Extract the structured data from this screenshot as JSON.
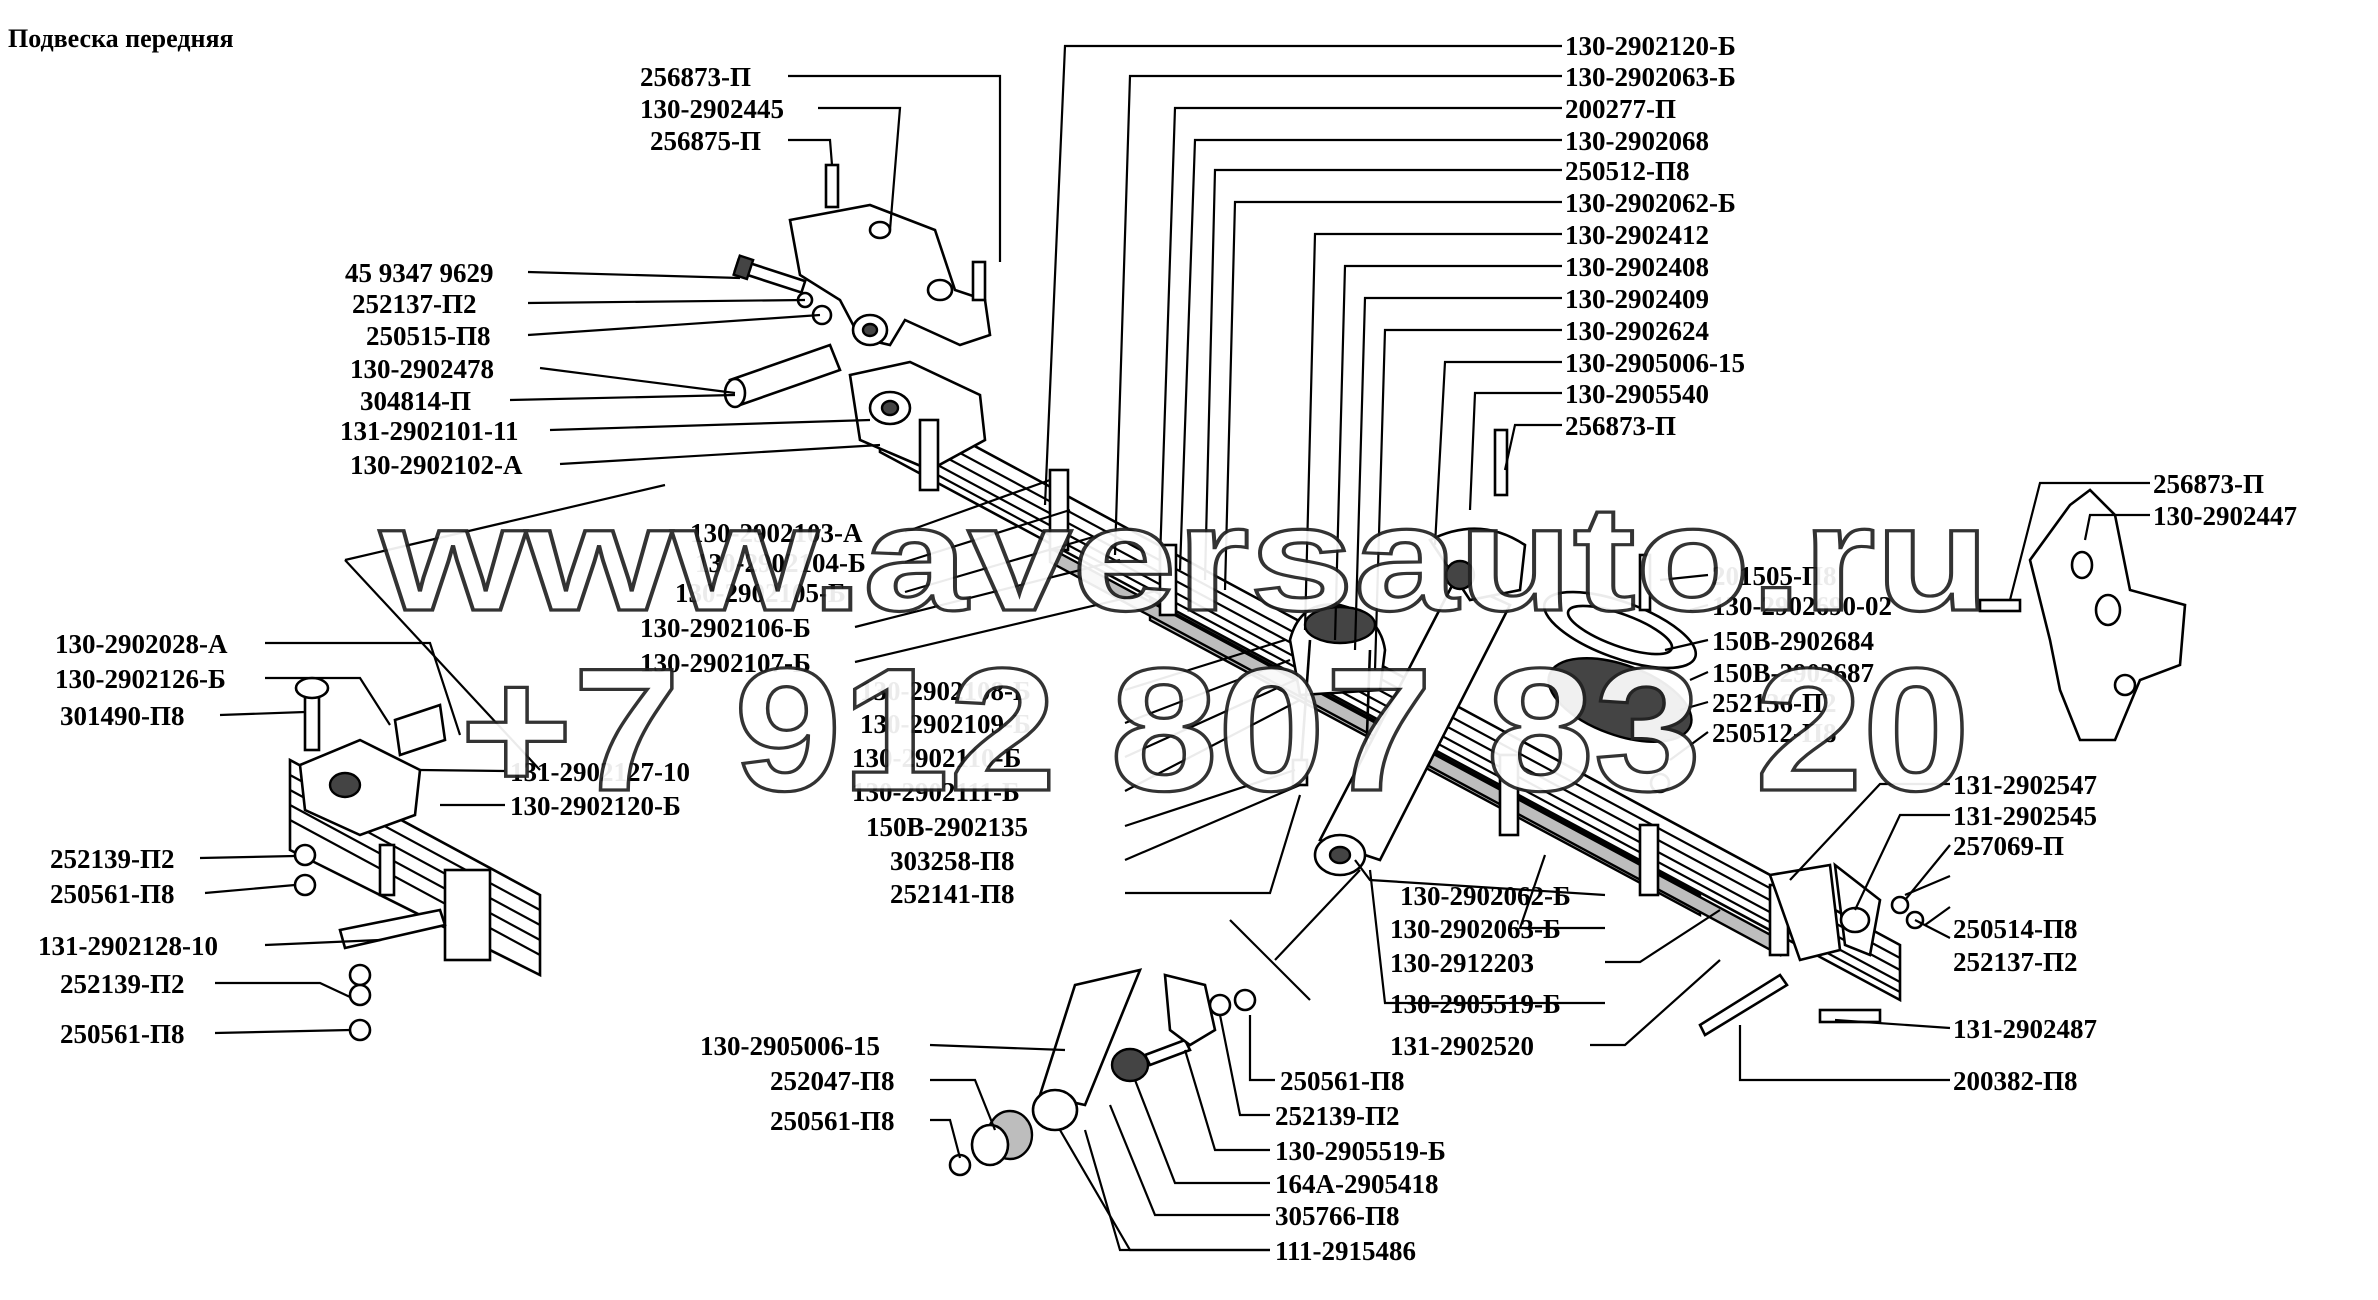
{
  "title": "Подвеска передняя",
  "watermark": {
    "site": "www.aversauto.ru",
    "phone": "+7 912 807 83 20"
  },
  "labels": [
    {
      "id": "l01",
      "text": "130-2902120-Б"
    },
    {
      "id": "l02",
      "text": "130-2902063-Б"
    },
    {
      "id": "l03",
      "text": "200277-П"
    },
    {
      "id": "l04",
      "text": "130-2902068"
    },
    {
      "id": "l05",
      "text": "250512-П8"
    },
    {
      "id": "l06",
      "text": "130-2902062-Б"
    },
    {
      "id": "l07",
      "text": "130-2902412"
    },
    {
      "id": "l08",
      "text": "130-2902408"
    },
    {
      "id": "l09",
      "text": "130-2902409"
    },
    {
      "id": "l10",
      "text": "130-2902624"
    },
    {
      "id": "l11",
      "text": "130-2905006-15"
    },
    {
      "id": "l12",
      "text": "130-2905540"
    },
    {
      "id": "l13",
      "text": "256873-П"
    },
    {
      "id": "l14",
      "text": "256873-П"
    },
    {
      "id": "l15",
      "text": "130-2902447"
    },
    {
      "id": "l16",
      "text": "201505-П8"
    },
    {
      "id": "l17",
      "text": "130-2902690-02"
    },
    {
      "id": "l18",
      "text": "150В-2902684"
    },
    {
      "id": "l19",
      "text": "150В-2902687"
    },
    {
      "id": "l20",
      "text": "252136-П2"
    },
    {
      "id": "l21",
      "text": "250512-П8"
    },
    {
      "id": "l22",
      "text": "131-2902547"
    },
    {
      "id": "l23",
      "text": "131-2902545"
    },
    {
      "id": "l24",
      "text": "257069-П"
    },
    {
      "id": "l25",
      "text": "250514-П8"
    },
    {
      "id": "l26",
      "text": "252137-П2"
    },
    {
      "id": "l27",
      "text": "131-2902487"
    },
    {
      "id": "l28",
      "text": "200382-П8"
    },
    {
      "id": "l29",
      "text": "256873-П"
    },
    {
      "id": "l30",
      "text": "130-2902445"
    },
    {
      "id": "l31",
      "text": "256875-П"
    },
    {
      "id": "l32",
      "text": "45 9347 9629"
    },
    {
      "id": "l33",
      "text": "252137-П2"
    },
    {
      "id": "l34",
      "text": "250515-П8"
    },
    {
      "id": "l35",
      "text": "130-2902478"
    },
    {
      "id": "l36",
      "text": "304814-П"
    },
    {
      "id": "l37",
      "text": "131-2902101-11"
    },
    {
      "id": "l38",
      "text": "130-2902102-А"
    },
    {
      "id": "l39",
      "text": "130-2902103-А"
    },
    {
      "id": "l40",
      "text": "130-2902104-Б"
    },
    {
      "id": "l41",
      "text": "130-2902105-Б"
    },
    {
      "id": "l42",
      "text": "130-2902106-Б"
    },
    {
      "id": "l43",
      "text": "130-2902107-Б"
    },
    {
      "id": "l44",
      "text": "130-2902028-А"
    },
    {
      "id": "l45",
      "text": "130-2902126-Б"
    },
    {
      "id": "l46",
      "text": "301490-П8"
    },
    {
      "id": "l47",
      "text": "131-2902127-10"
    },
    {
      "id": "l48",
      "text": "130-2902120-Б"
    },
    {
      "id": "l49",
      "text": "252139-П2"
    },
    {
      "id": "l50",
      "text": "250561-П8"
    },
    {
      "id": "l51",
      "text": "131-2902128-10"
    },
    {
      "id": "l52",
      "text": "252139-П2"
    },
    {
      "id": "l53",
      "text": "250561-П8"
    },
    {
      "id": "l54",
      "text": "130-2902108-Б"
    },
    {
      "id": "l55",
      "text": "130-2902109-Б"
    },
    {
      "id": "l56",
      "text": "130-2902110-Б"
    },
    {
      "id": "l57",
      "text": "130-2902111-Б"
    },
    {
      "id": "l58",
      "text": "150В-2902135"
    },
    {
      "id": "l59",
      "text": "303258-П8"
    },
    {
      "id": "l60",
      "text": "252141-П8"
    },
    {
      "id": "l61",
      "text": "130-2902062-Б"
    },
    {
      "id": "l62",
      "text": "130-2902063-Б"
    },
    {
      "id": "l63",
      "text": "130-2912203"
    },
    {
      "id": "l64",
      "text": "130-2905519-Б"
    },
    {
      "id": "l65",
      "text": "131-2902520"
    },
    {
      "id": "l66",
      "text": "130-2905006-15"
    },
    {
      "id": "l67",
      "text": "252047-П8"
    },
    {
      "id": "l68",
      "text": "250561-П8"
    },
    {
      "id": "l69",
      "text": "250561-П8"
    },
    {
      "id": "l70",
      "text": "252139-П2"
    },
    {
      "id": "l71",
      "text": "130-2905519-Б"
    },
    {
      "id": "l72",
      "text": "164А-2905418"
    },
    {
      "id": "l73",
      "text": "305766-П8"
    },
    {
      "id": "l74",
      "text": "111-2915486"
    }
  ]
}
